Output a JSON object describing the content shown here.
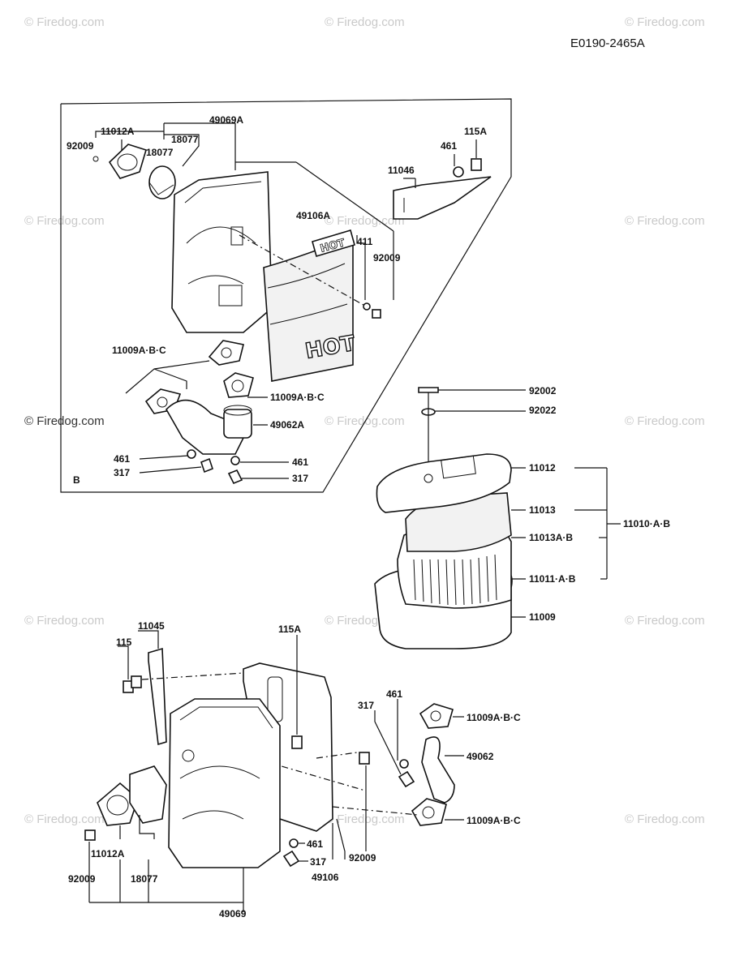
{
  "drawing_code": "E0190-2465A",
  "watermark": "© Firedog.com",
  "inset_letter": "B",
  "hot_label": "HOT",
  "labels": {
    "l_11012a_top": "11012A",
    "l_92009_top": "92009",
    "l_18077_top_a": "18077",
    "l_18077_top_b": "18077",
    "l_49069a": "49069A",
    "l_115a_top": "115A",
    "l_461_top": "461",
    "l_11046": "11046",
    "l_49106a": "49106A",
    "l_411": "411",
    "l_92009_mid": "92009",
    "l_11009abc_1": "11009A·B·C",
    "l_11009abc_2": "11009A·B·C",
    "l_49062a": "49062A",
    "l_461_l": "461",
    "l_317_l": "317",
    "l_461_r": "461",
    "l_317_r": "317",
    "l_92002": "92002",
    "l_92022": "92022",
    "l_11012": "11012",
    "l_11013": "11013",
    "l_11013ab": "11013A·B",
    "l_11011ab": "11011·A·B",
    "l_11010ab": "11010·A·B",
    "l_11009": "11009",
    "l_11045": "11045",
    "l_115_bot": "115",
    "l_115a_bot": "115A",
    "l_461_bot": "461",
    "l_317_bot": "317",
    "l_11009abc_3": "11009A·B·C",
    "l_49062": "49062",
    "l_11009abc_4": "11009A·B·C",
    "l_461_bot2": "461",
    "l_317_bot2": "317",
    "l_92009_bot_r": "92009",
    "l_49106": "49106",
    "l_11012a_bot": "11012A",
    "l_92009_bot_l": "92009",
    "l_18077_bot": "18077",
    "l_49069": "49069"
  }
}
